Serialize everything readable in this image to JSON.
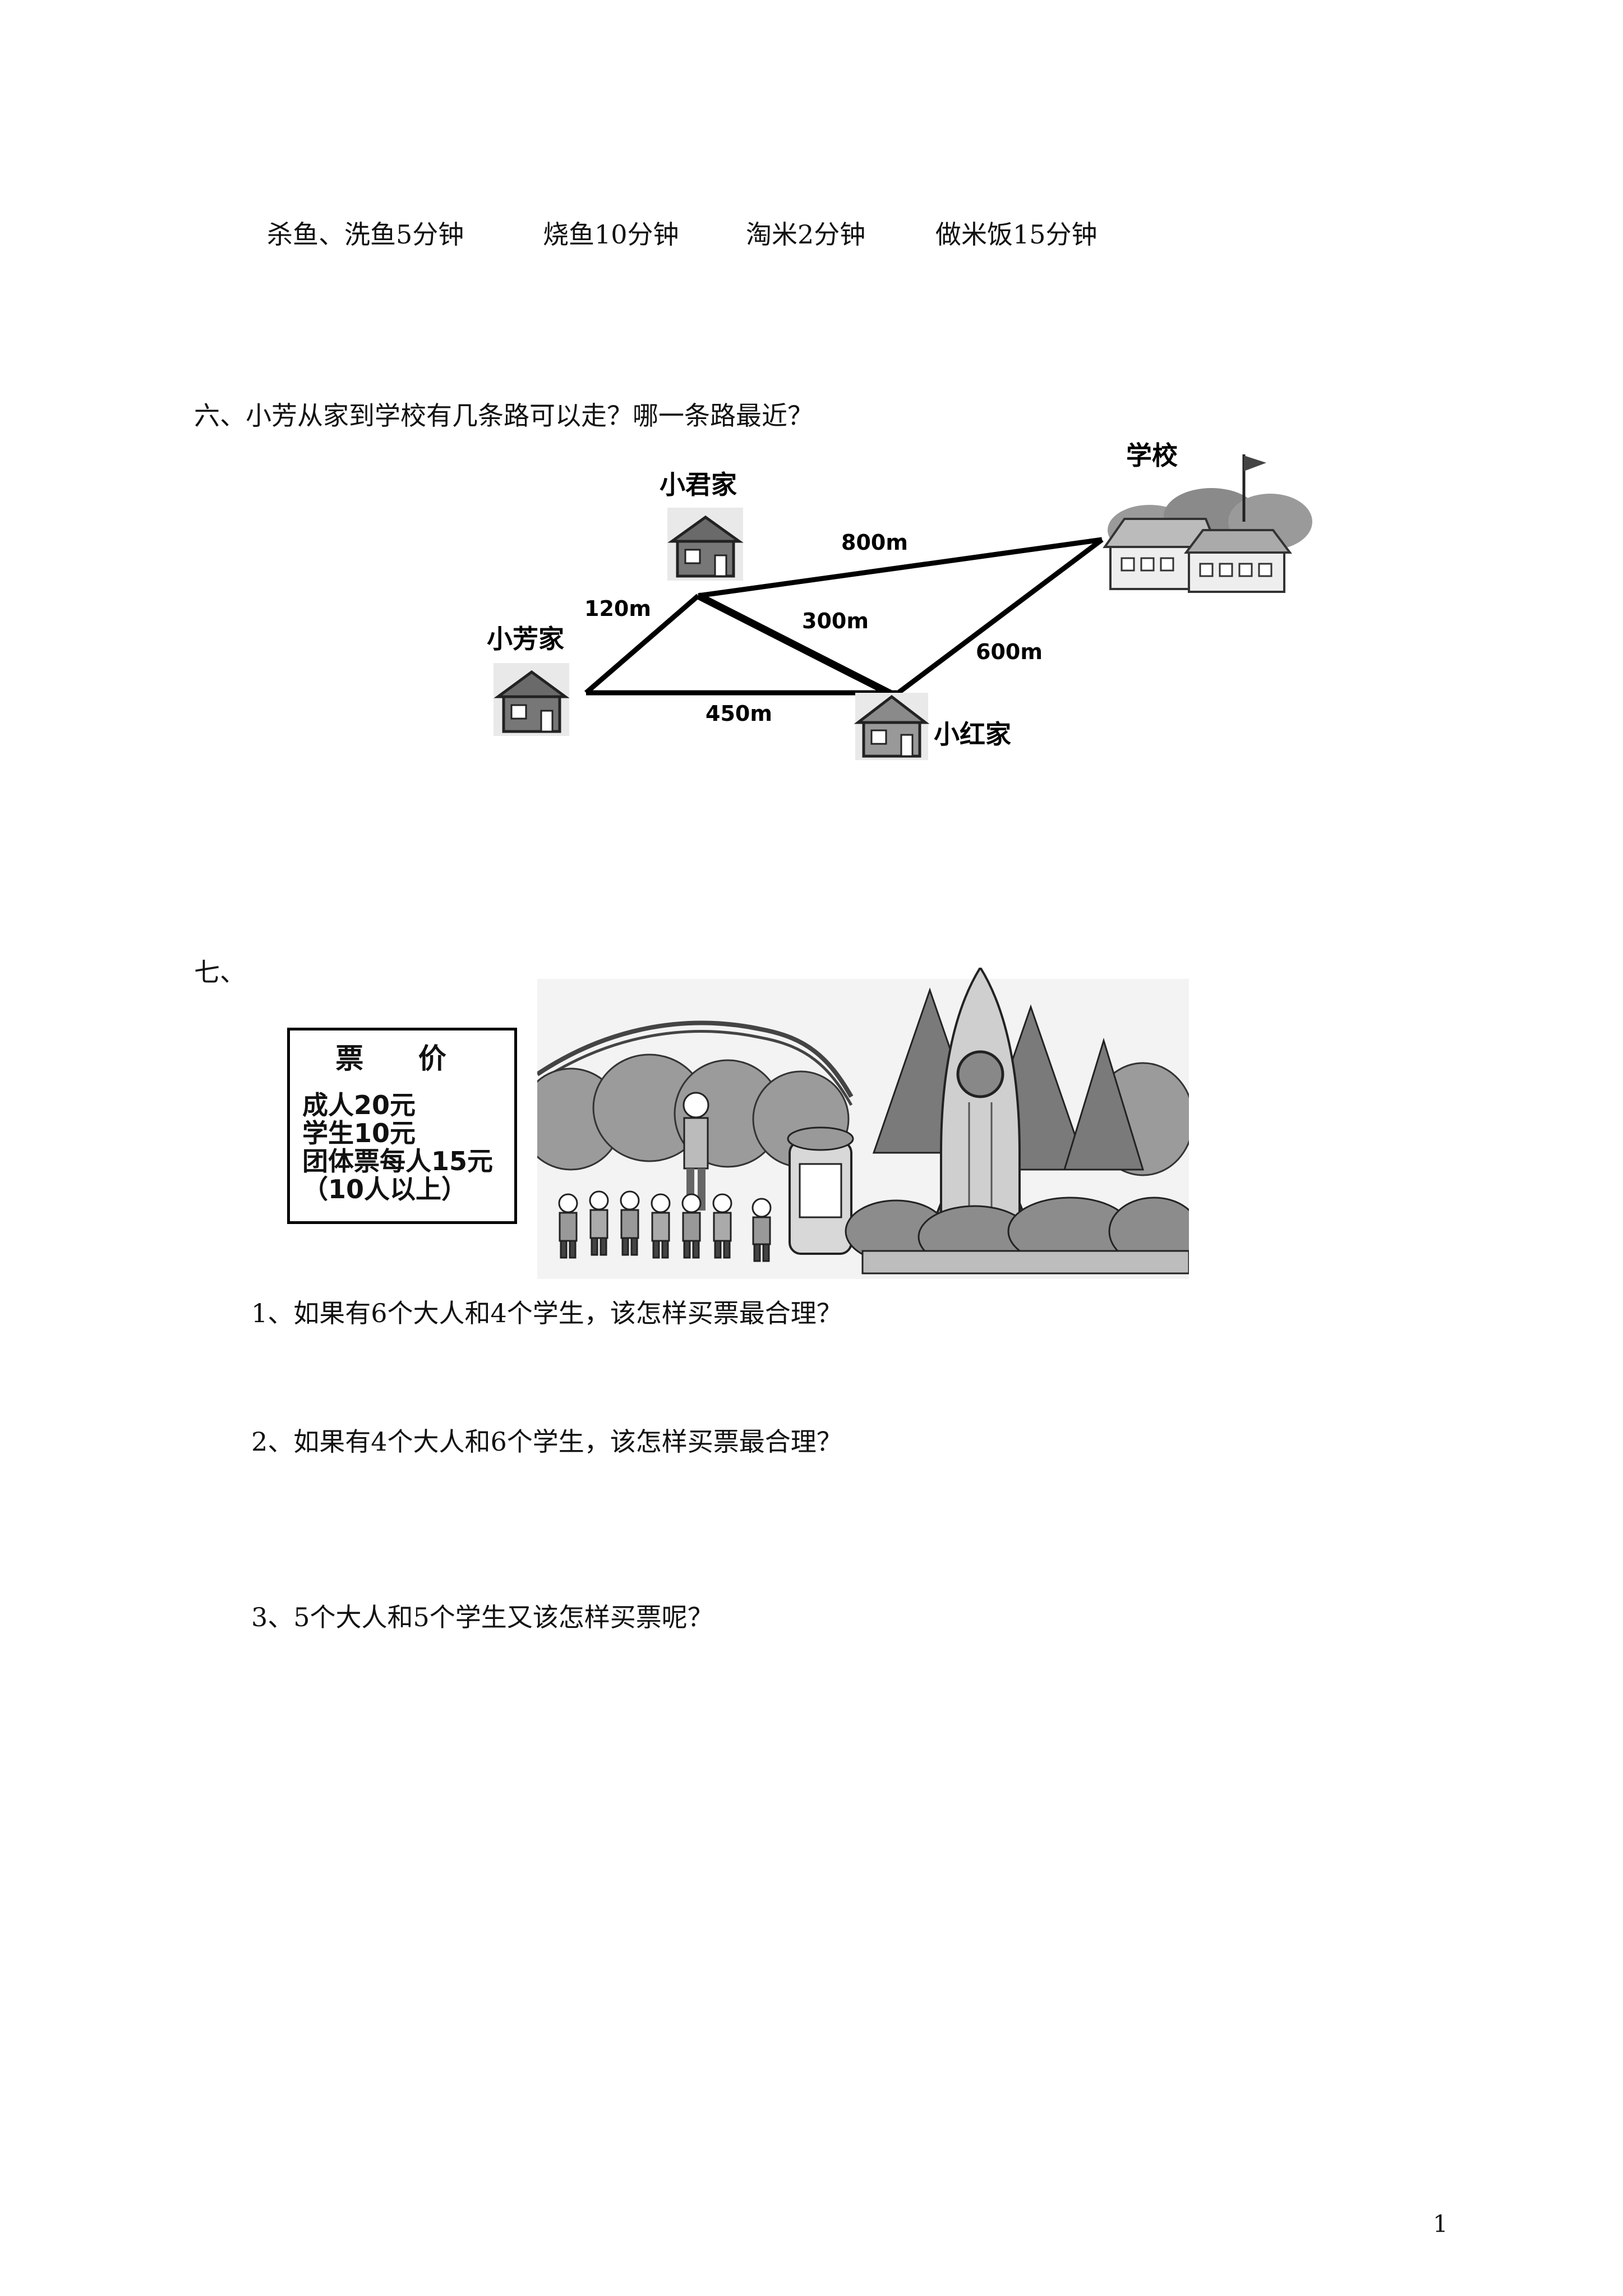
{
  "top_tasks": [
    "杀鱼、洗鱼5分钟",
    "烧鱼10分钟",
    "淘米2分钟",
    "做米饭15分钟"
  ],
  "q6": {
    "title": "六、小芳从家到学校有几条路可以走？哪一条路最近？",
    "labels": {
      "school": "学校",
      "xiaojun": "小君家",
      "xiaofang": "小芳家",
      "xiaohong": "小红家",
      "d_fang_jun": "120m",
      "d_jun_school": "800m",
      "d_jun_hong": "300m",
      "d_fang_hong": "450m",
      "d_hong_school": "600m"
    }
  },
  "q7": {
    "number": "七、",
    "price_box": {
      "title": "票 价",
      "lines": [
        "成人20元",
        "学生10元",
        "团体票每人15元",
        "（10人以上）"
      ]
    },
    "questions": [
      "1、如果有6个大人和4个学生，该怎样买票最合理？",
      "2、如果有4个大人和6个学生，该怎样买票最合理？",
      "3、5个大人和5个学生又该怎样买票呢？"
    ]
  },
  "page_number": "1"
}
